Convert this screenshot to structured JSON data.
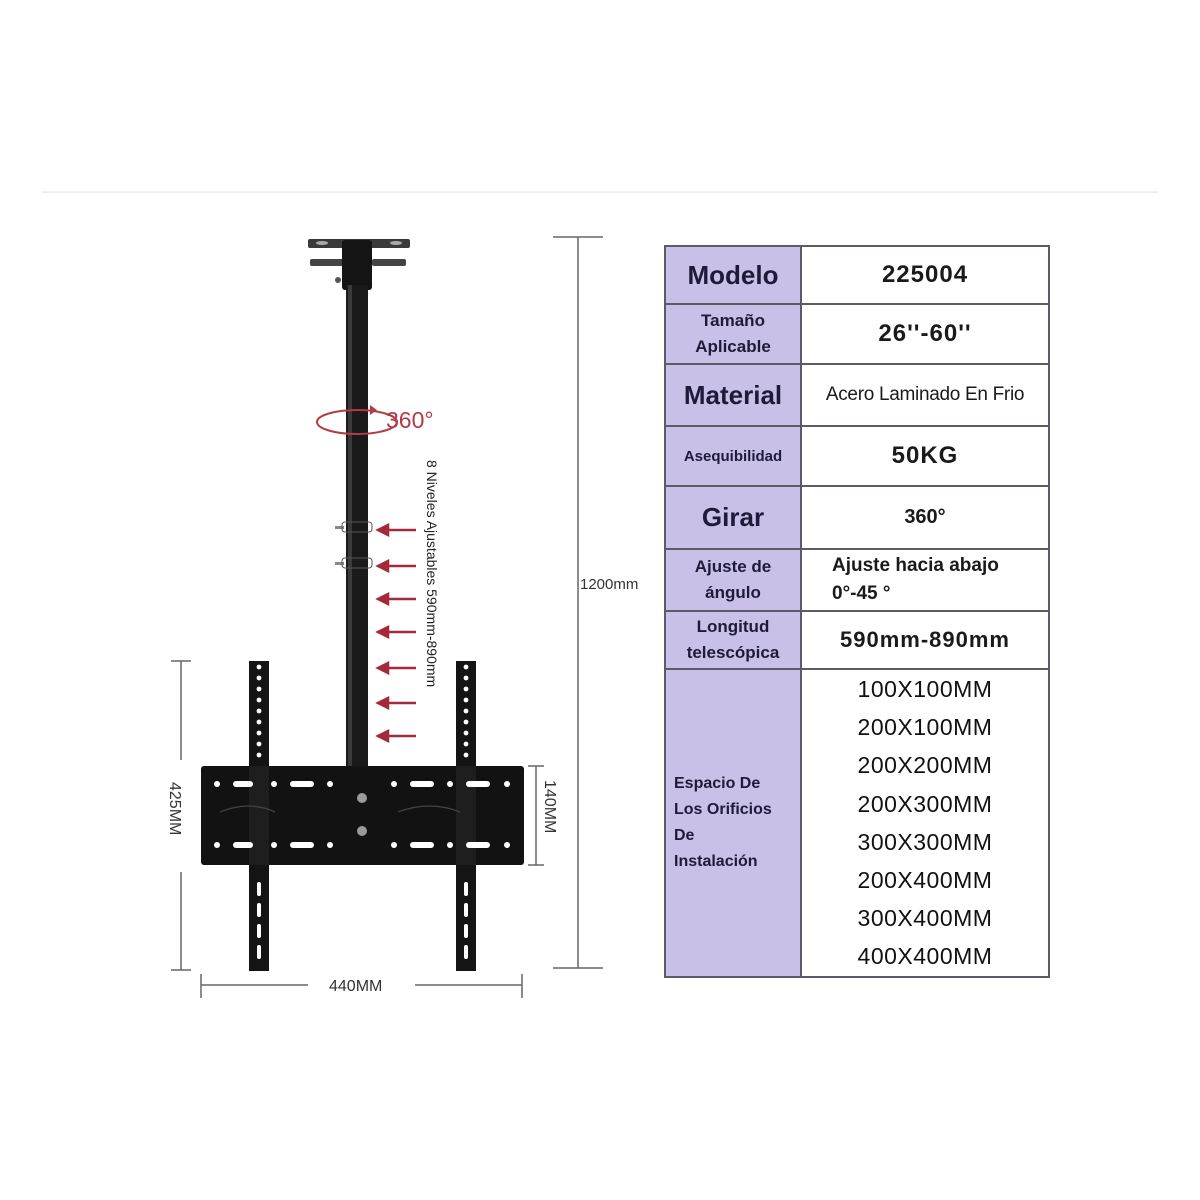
{
  "diagram": {
    "rotation_label": "360°",
    "adjust_label": "8 Niveles Ajustables 590mm-890mm",
    "adjust_arrow_count": 7,
    "total_height_label": "1200mm",
    "bracket_height_label": "425MM",
    "plate_height_label": "140MM",
    "bracket_width_label": "440MM",
    "colors": {
      "metal": "#111111",
      "arrow": "#a22a3a",
      "dimension_line": "#666666"
    }
  },
  "spec_table": {
    "colors": {
      "key_bg": "#c8c0e6",
      "value_bg": "#ffffff",
      "border": "#5c5a66"
    },
    "rows": [
      {
        "key": "Modelo",
        "value": "225004"
      },
      {
        "key_line1": "Tamaño",
        "key_line2": "Aplicable",
        "value": "26''-60''"
      },
      {
        "key": "Material",
        "value": "Acero Laminado En Frio"
      },
      {
        "key": "Asequibilidad",
        "value": "50KG"
      },
      {
        "key": "Girar",
        "value": "360°"
      },
      {
        "key_line1": "Ajuste de",
        "key_line2": "ángulo",
        "value_line1": "Ajuste hacia abajo",
        "value_line2": "0°-45 °"
      },
      {
        "key_line1": "Longitud",
        "key_line2": "telescópica",
        "value": "590mm-890mm"
      },
      {
        "key_lines": [
          "Espacio De",
          "Los Orificios",
          "De",
          "Instalación"
        ],
        "values": [
          "100X100MM",
          "200X100MM",
          "200X200MM",
          "200X300MM",
          "300X300MM",
          "200X400MM",
          "300X400MM",
          "400X400MM"
        ]
      }
    ]
  }
}
